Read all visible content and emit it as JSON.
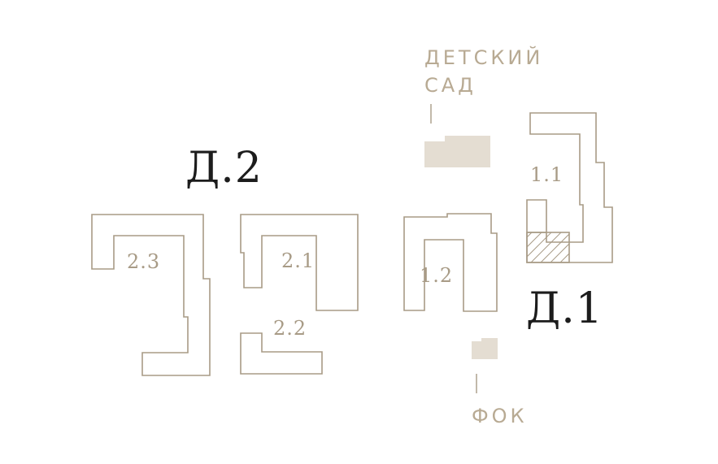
{
  "sections": {
    "d2": "Д.2",
    "d1": "Д.1"
  },
  "buildings": {
    "b23": "2.3",
    "b21": "2.1",
    "b22": "2.2",
    "b12": "1.2",
    "b11": "1.1"
  },
  "poi": {
    "kindergarten_line1": "ДЕТСКИЙ",
    "kindergarten_line2": "САД",
    "fok": "ФОК"
  },
  "colors": {
    "outline": "#a89b86",
    "fill": "#e4ddd2",
    "section_text": "#1c1c1c",
    "building_text": "#a89b86"
  }
}
